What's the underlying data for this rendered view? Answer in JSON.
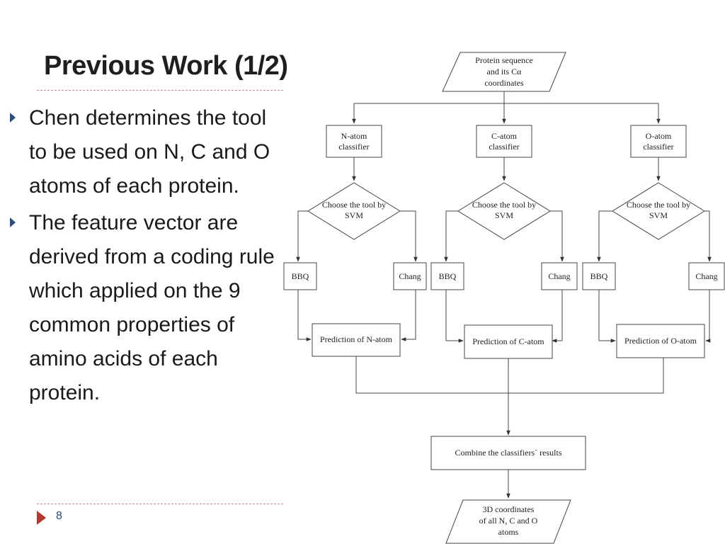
{
  "slide": {
    "title": "Previous Work (1/2)",
    "page_number": "8"
  },
  "bullets": [
    "Chen determines the tool to be used on N, C and O atoms of each protein.",
    "The feature vector are derived from a coding rule which applied on the 9 common properties of amino acids of each protein."
  ],
  "flowchart": {
    "input": {
      "line1": "Protein sequence",
      "line2": "and its Cα",
      "line3": "coordinates"
    },
    "classifiers": {
      "n": {
        "line1": "N-atom",
        "line2": "classifier"
      },
      "c": {
        "line1": "C-atom",
        "line2": "classifier"
      },
      "o": {
        "line1": "O-atom",
        "line2": "classifier"
      }
    },
    "decision": {
      "line1": "Choose the tool by",
      "line2": "SVM"
    },
    "tool_left": "BBQ",
    "tool_right": "Chang",
    "predictions": {
      "n": "Prediction of N-atom",
      "c": "Prediction of C-atom",
      "o": "Prediction of O-atom"
    },
    "combine": "Combine the classifiers´ results",
    "output": {
      "line1": "3D coordinates",
      "line2": "of all N, C and O",
      "line3": "atoms"
    }
  }
}
